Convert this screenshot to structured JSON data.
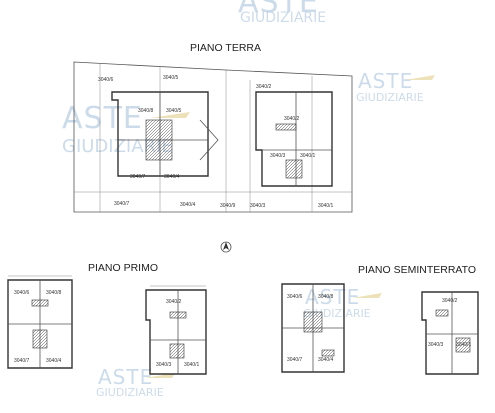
{
  "watermark": {
    "line1": "ASTE",
    "line2": "GIUDIZIARIE"
  },
  "titles": {
    "ground": "PIANO TERRA",
    "first": "PIANO PRIMO",
    "basement": "PIANO SEMINTERRATO"
  },
  "ground_labels": {
    "l6": "3040/6",
    "l5": "3040/5",
    "l2": "3040/2",
    "l8a": "3040/8",
    "l5b": "3040/5",
    "l2b": "3040/2",
    "l7": "3040/7",
    "l4": "3040/4",
    "l3": "3040/3",
    "l1": "3040/1",
    "b7": "3040/7",
    "b4": "3040/4",
    "b9": "3040/9",
    "b3": "3040/3",
    "b1": "3040/1"
  },
  "first_labels": {
    "l6": "3040/6",
    "l8": "3040/8",
    "l7": "3040/7",
    "l4": "3040/4",
    "l2": "3040/2",
    "l3": "3040/3",
    "l1": "3040/1"
  },
  "basement_labels": {
    "l6": "3040/6",
    "l8": "3040/8",
    "l7": "3040/7",
    "l4": "3040/4",
    "l2": "3040/2",
    "l3": "3040/3",
    "l1": "3040/1"
  }
}
